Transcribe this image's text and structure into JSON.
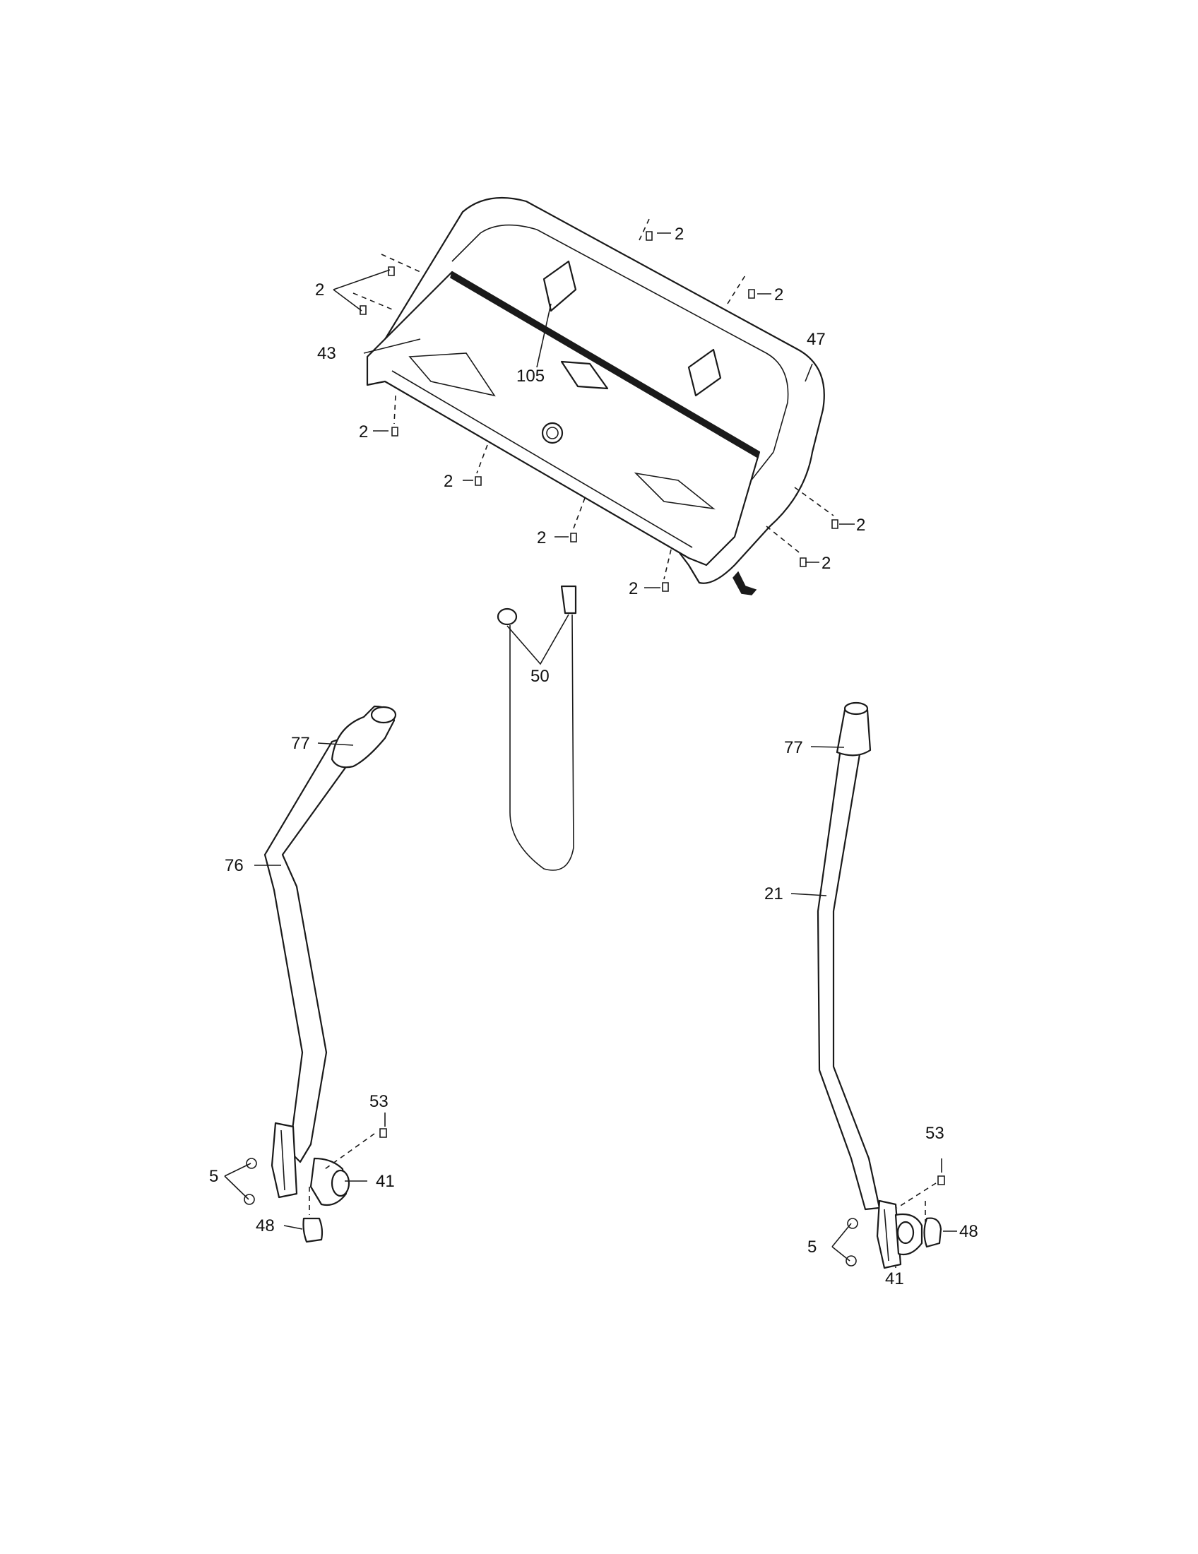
{
  "labels": {
    "screw": "2",
    "washer": "5",
    "upright_right": "21",
    "end_cap": "41",
    "console_base": "43",
    "console_shell": "47",
    "foot": "48",
    "key_clip": "50",
    "bolt": "53",
    "upright_left": "76",
    "grip": "77",
    "overlay": "105"
  }
}
